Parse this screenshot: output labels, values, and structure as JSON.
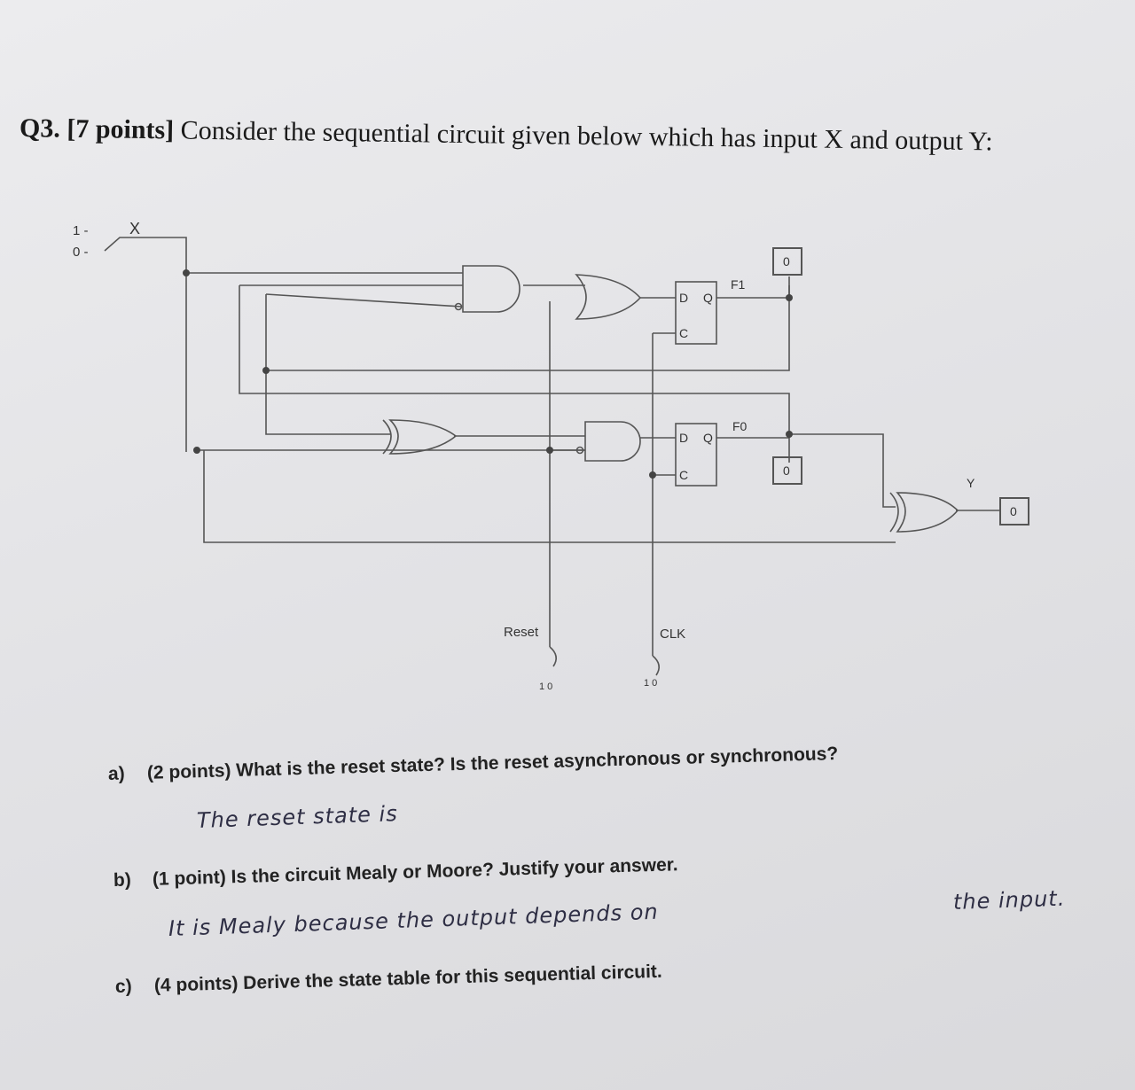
{
  "question": {
    "number": "Q3.",
    "points": "[7 points]",
    "text": "Consider the sequential circuit given below which has input X and output Y:"
  },
  "circuit": {
    "input_label": "X",
    "input_switch_top": "1 -",
    "input_switch_bottom": "0 -",
    "ff1_label": "F1",
    "ff0_label": "F0",
    "ff_d": "D",
    "ff_q": "Q",
    "ff_c": "C",
    "probe_f1": "0",
    "probe_f0": "0",
    "output_label": "Y",
    "output_probe": "0",
    "reset_label": "Reset",
    "clk_label": "CLK",
    "reset_switch": "1 0",
    "clk_switch": "1 0"
  },
  "parts": [
    {
      "label": "a)",
      "text": "(2 points) What is the reset state? Is the reset asynchronous or synchronous?"
    },
    {
      "label": "b)",
      "text": "(1 point) Is the circuit Mealy or Moore? Justify your answer."
    },
    {
      "label": "c)",
      "text": "(4 points) Derive the state table for this sequential circuit."
    }
  ],
  "handwriting": {
    "answer_a": "The reset state is",
    "answer_b_1": "It is Mealy because the output depends on",
    "answer_b_2": "the input."
  }
}
